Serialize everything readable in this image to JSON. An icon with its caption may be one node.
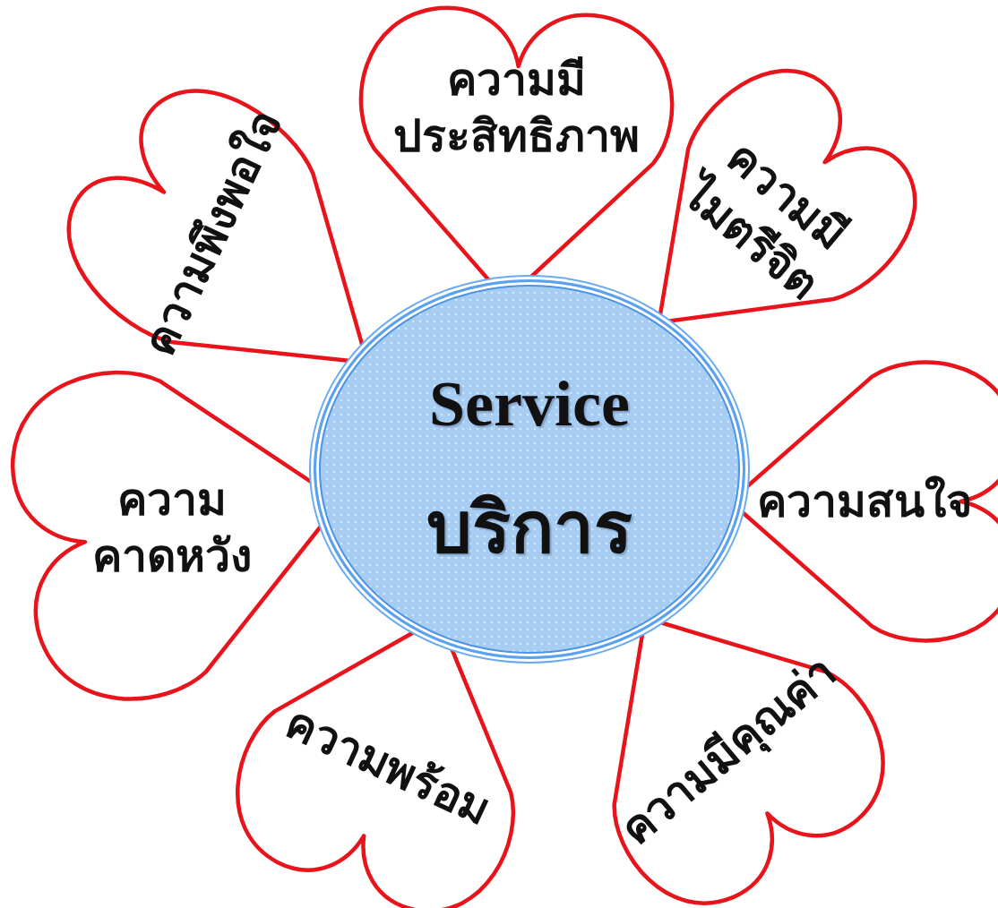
{
  "diagram": {
    "nodes": [
      {
        "text": [
          "Service",
          "บริการ"
        ]
      },
      {
        "text": [
          "ความมีประสิทธิภาพ"
        ]
      },
      {
        "text": [
          "ความพึงพอใจ"
        ]
      },
      {
        "text": [
          "ความมีไมตรีจิต"
        ]
      },
      {
        "text": [
          "ความคาดหวัง"
        ]
      },
      {
        "text": [
          "ความสนใจ"
        ]
      },
      {
        "text": [
          "ความพร้อม"
        ]
      },
      {
        "text": [
          "ความมีคุณค่า"
        ]
      }
    ]
  }
}
